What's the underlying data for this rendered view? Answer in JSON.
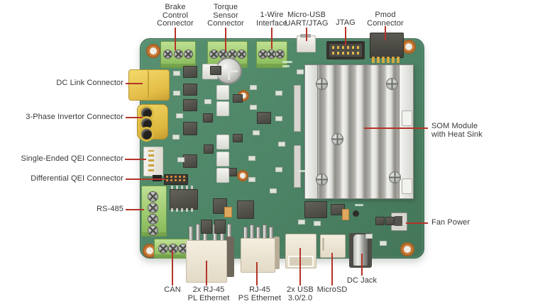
{
  "diagram": {
    "kind": "annotated development board diagram"
  },
  "labels": {
    "brake": "Brake\nControl\nConnector",
    "torque": "Torque\nSensor\nConnector",
    "one_wire": "1-Wire\nInterface",
    "micro_usb": "Micro-USB\nUART/JTAG",
    "jtag": "JTAG",
    "pmod": "Pmod\nConnector",
    "dc_link": "DC Link Connector",
    "three_phase": "3-Phase Invertor Connector",
    "single_qei": "Single-Ended QEI Connector",
    "diff_qei": "Differential QEI Connector",
    "rs485": "RS-485",
    "som": "SOM Module\nwith Heat Sink",
    "fan_power": "Fan Power",
    "can": "CAN",
    "rj45_pl": "2x RJ-45\nPL Ethernet",
    "rj45_ps": "RJ-45\nPS Ethernet",
    "usb": "2x USB\n3.0/2.0",
    "microsd": "MicroSD",
    "dc_jack": "DC Jack"
  },
  "colors": {
    "pcb_green": "#4e8568",
    "callout_red": "#b43428",
    "label_text": "#383838",
    "terminal_green": "#9ecb6f",
    "connector_yellow": "#ecca52",
    "heatsink_silver": "#e8e8e5",
    "port_beige": "#ece4d3",
    "header_dark": "#45443f",
    "mount_hole_copper": "#c87a36"
  }
}
